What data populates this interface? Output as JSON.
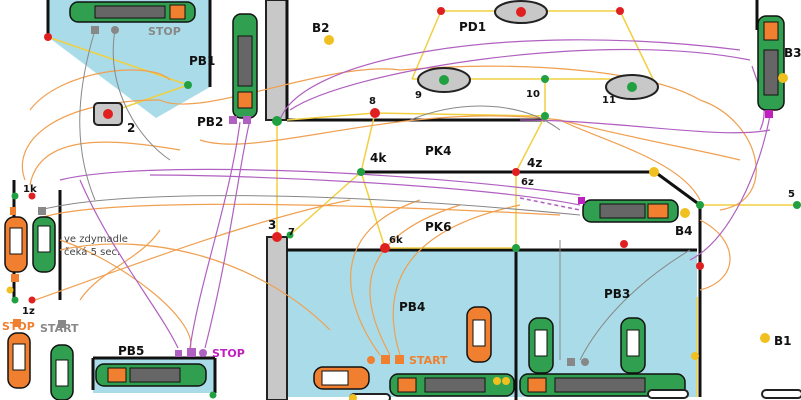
{
  "title": "PD1",
  "areas": {
    "pb1": "PB1",
    "pb2": "PB2",
    "pb3": "PB3",
    "pb4": "PB4",
    "pb5": "PB5",
    "pk4": "PK4",
    "pk6": "PK6"
  },
  "buoys": {
    "b1": "B1",
    "b2": "B2",
    "b3": "B3",
    "b4": "B4"
  },
  "nodes": {
    "n2": "2",
    "n3": "3",
    "n5": "5",
    "n7": "7",
    "n8": "8",
    "n9": "9",
    "n10": "10",
    "n11": "11",
    "n4k": "4k",
    "n4z": "4z",
    "n6z": "6z",
    "n6k": "6k",
    "n1k": "1k",
    "n1z": "1z"
  },
  "signals": {
    "stop_top": "STOP",
    "stop_pb5": "STOP",
    "start_pb4": "START",
    "stop_left": "STOP",
    "start_left": "START"
  },
  "note": {
    "line1": "ve zdymadle",
    "line2": "čeká 5 sec."
  },
  "colors": {
    "water": "#a9dce8",
    "track": "#f0a050",
    "route": "#b060c0",
    "link": "#f0d040",
    "gray_route": "#888888"
  }
}
